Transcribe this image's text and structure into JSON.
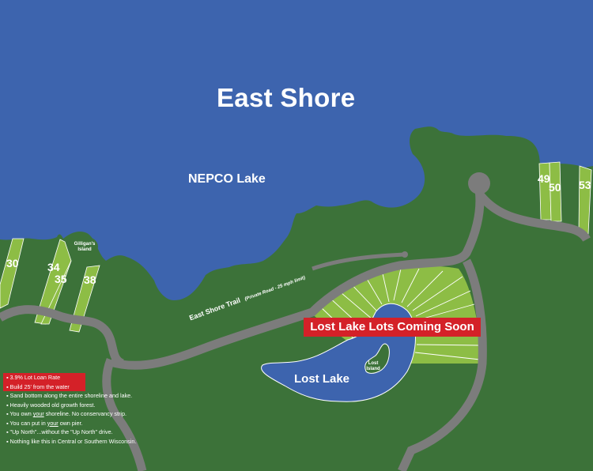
{
  "map": {
    "title": "East Shore",
    "main_lake_label": "NEPCO Lake",
    "island_label_line1": "Gilligan's",
    "island_label_line2": "Island",
    "small_lake_label": "Lost Lake",
    "small_island_line1": "Lost",
    "small_island_line2": "Island",
    "banner": "Lost Lake Lots Coming Soon",
    "road_name": "East Shore Trail",
    "road_note": "(Private Road - 25 mph limit)",
    "lots": [
      "30",
      "34",
      "35",
      "38",
      "49",
      "50",
      "53"
    ],
    "colors": {
      "water": "#3d64ae",
      "land": "#3c7239",
      "lot": "#8dbd45",
      "road": "#7c7c7c",
      "banner": "#d42128"
    }
  },
  "features": {
    "highlights": [
      "▪ 3.9% Lot Loan Rate",
      "▪ Build 25' from the water"
    ],
    "items": [
      {
        "pre": "▪ Sand bottom along the entire shoreline and lake.",
        "u": "",
        "post": ""
      },
      {
        "pre": "▪ Heavily wooded old growth forest.",
        "u": "",
        "post": ""
      },
      {
        "pre": "▪ You own ",
        "u": "your",
        "post": " shoreline. No conservancy strip."
      },
      {
        "pre": "▪ You can put in ",
        "u": "your",
        "post": " own pier."
      },
      {
        "pre": "▪ \"Up North\"...without the \"Up North\" drive.",
        "u": "",
        "post": ""
      },
      {
        "pre": "▪ Nothing like this in Central or Southern Wisconsin.",
        "u": "",
        "post": ""
      }
    ]
  }
}
